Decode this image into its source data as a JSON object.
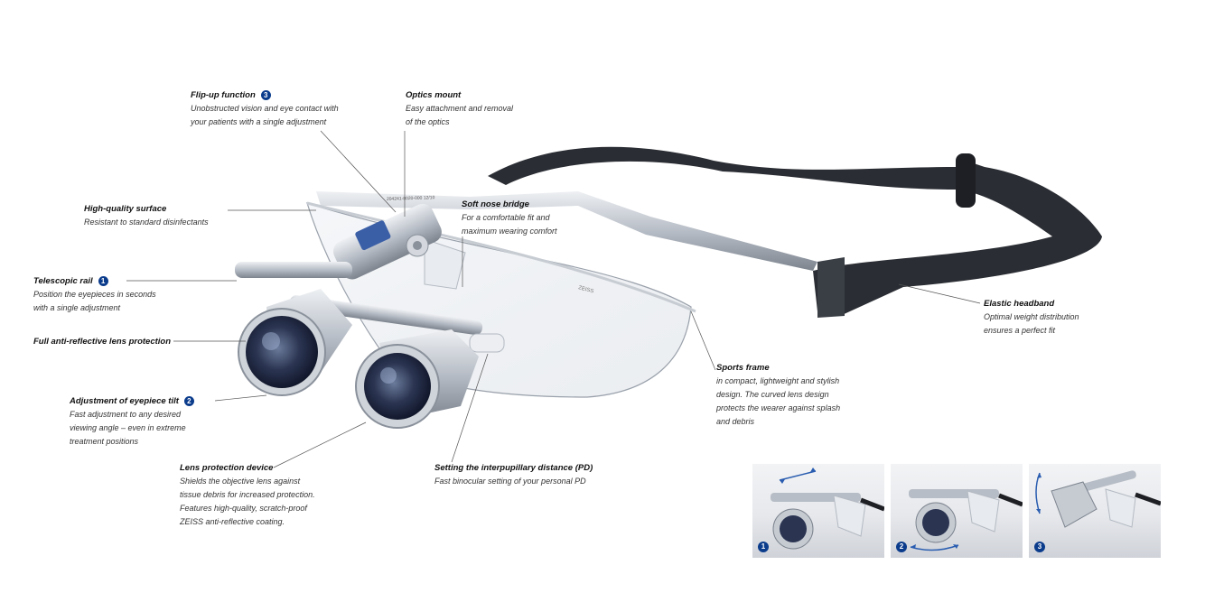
{
  "callouts": {
    "flipup": {
      "title": "Flip-up function",
      "badge": "3",
      "desc": "Unobstructed vision and eye contact with\nyour patients with a single adjustment"
    },
    "optics": {
      "title": "Optics mount",
      "desc": "Easy attachment and removal\nof the optics"
    },
    "surface": {
      "title": "High-quality surface",
      "desc": "Resistant to standard disinfectants"
    },
    "nose": {
      "title": "Soft nose bridge",
      "desc": "For a comfortable fit and\nmaximum wearing comfort"
    },
    "rail": {
      "title": "Telescopic rail",
      "badge": "1",
      "desc": "Position the eyepieces in seconds\nwith a single adjustment"
    },
    "headband": {
      "title": "Elastic headband",
      "desc": "Optimal weight distribution\nensures a perfect fit"
    },
    "arlens": {
      "title": "Full anti-reflective lens protection"
    },
    "sports": {
      "title": "Sports frame",
      "desc": "in compact, lightweight and stylish\ndesign. The curved lens design\nprotects the wearer against splash\nand debris"
    },
    "tilt": {
      "title": "Adjustment of eyepiece tilt",
      "badge": "2",
      "desc": "Fast adjustment to any desired\nviewing angle – even in extreme\ntreatment positions"
    },
    "pd": {
      "title": "Setting the interpupillary distance (PD)",
      "desc": "Fast binocular setting of your personal PD"
    },
    "lensprot": {
      "title": "Lens protection device",
      "desc": "Shields the objective lens against\ntissue debris for increased protection.\nFeatures high-quality, scratch-proof\nZEISS anti-reflective coating."
    }
  },
  "brand": {
    "frame_logo": "ZEISS",
    "serial": "204241-8020-000 12/10"
  },
  "thumbnails": [
    {
      "badge": "1"
    },
    {
      "badge": "2"
    },
    {
      "badge": "3"
    }
  ],
  "colors": {
    "badge": "#0b3c8c",
    "strap": "#2a2d33",
    "metal": "#b9bfc7"
  }
}
